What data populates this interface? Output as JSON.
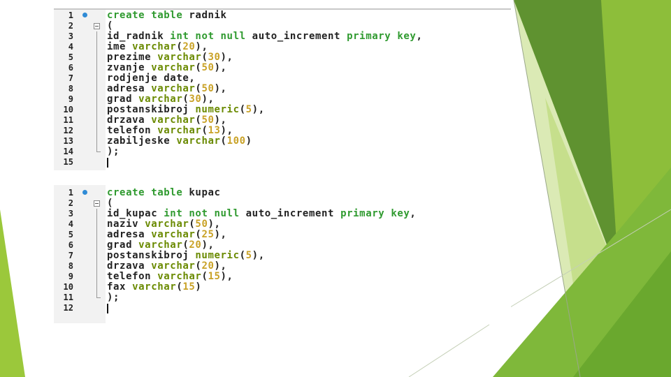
{
  "colors": {
    "keyword": "#2f9a2f",
    "identifier": "#222222",
    "type": "#6a8a00",
    "number": "#c9a227",
    "fold_marker": "#2f8bd6",
    "gutter": "#f2f2f2",
    "accent_green_light": "#9bc83b",
    "accent_green_dark": "#5f9230"
  },
  "editors": [
    {
      "name": "editor-radnik",
      "lines": [
        {
          "n": "1",
          "fold": "start",
          "tokens": [
            [
              "kw",
              "create table"
            ],
            [
              "id",
              " radnik"
            ]
          ]
        },
        {
          "n": "2",
          "fold": "box",
          "tokens": [
            [
              "p",
              "("
            ]
          ]
        },
        {
          "n": "3",
          "fold": "line",
          "tokens": [
            [
              "id",
              "id_radnik "
            ],
            [
              "kw",
              "int not null"
            ],
            [
              "id",
              " auto_increment "
            ],
            [
              "kw",
              "primary key"
            ],
            [
              "p",
              ","
            ]
          ]
        },
        {
          "n": "4",
          "fold": "line",
          "tokens": [
            [
              "id",
              "ime "
            ],
            [
              "type",
              "varchar"
            ],
            [
              "p",
              "("
            ],
            [
              "num",
              "20"
            ],
            [
              "p",
              "),"
            ]
          ]
        },
        {
          "n": "5",
          "fold": "line",
          "tokens": [
            [
              "id",
              "prezime "
            ],
            [
              "type",
              "varchar"
            ],
            [
              "p",
              "("
            ],
            [
              "num",
              "30"
            ],
            [
              "p",
              "),"
            ]
          ]
        },
        {
          "n": "6",
          "fold": "line",
          "tokens": [
            [
              "id",
              "zvanje "
            ],
            [
              "type",
              "varchar"
            ],
            [
              "p",
              "("
            ],
            [
              "num",
              "50"
            ],
            [
              "p",
              "),"
            ]
          ]
        },
        {
          "n": "7",
          "fold": "line",
          "tokens": [
            [
              "id",
              "rodjenje date,"
            ]
          ]
        },
        {
          "n": "8",
          "fold": "line",
          "tokens": [
            [
              "id",
              "adresa "
            ],
            [
              "type",
              "varchar"
            ],
            [
              "p",
              "("
            ],
            [
              "num",
              "50"
            ],
            [
              "p",
              "),"
            ]
          ]
        },
        {
          "n": "9",
          "fold": "line",
          "tokens": [
            [
              "id",
              "grad "
            ],
            [
              "type",
              "varchar"
            ],
            [
              "p",
              "("
            ],
            [
              "num",
              "30"
            ],
            [
              "p",
              "),"
            ]
          ]
        },
        {
          "n": "10",
          "fold": "line",
          "tokens": [
            [
              "id",
              "postanskibroj "
            ],
            [
              "type",
              "numeric"
            ],
            [
              "p",
              "("
            ],
            [
              "num",
              "5"
            ],
            [
              "p",
              "),"
            ]
          ]
        },
        {
          "n": "11",
          "fold": "line",
          "tokens": [
            [
              "id",
              "drzava "
            ],
            [
              "type",
              "varchar"
            ],
            [
              "p",
              "("
            ],
            [
              "num",
              "50"
            ],
            [
              "p",
              "),"
            ]
          ]
        },
        {
          "n": "12",
          "fold": "line",
          "tokens": [
            [
              "id",
              "telefon "
            ],
            [
              "type",
              "varchar"
            ],
            [
              "p",
              "("
            ],
            [
              "num",
              "13"
            ],
            [
              "p",
              "),"
            ]
          ]
        },
        {
          "n": "13",
          "fold": "line",
          "tokens": [
            [
              "id",
              "zabiljeske "
            ],
            [
              "type",
              "varchar"
            ],
            [
              "p",
              "("
            ],
            [
              "num",
              "100"
            ],
            [
              "p",
              ")"
            ]
          ]
        },
        {
          "n": "14",
          "fold": "end",
          "tokens": [
            [
              "p",
              ");"
            ]
          ]
        },
        {
          "n": "15",
          "fold": "none",
          "tokens": [],
          "caret": true
        }
      ]
    },
    {
      "name": "editor-kupac",
      "lines": [
        {
          "n": "1",
          "fold": "start",
          "tokens": [
            [
              "kw",
              "create table"
            ],
            [
              "id",
              " kupac"
            ]
          ]
        },
        {
          "n": "2",
          "fold": "box",
          "tokens": [
            [
              "p",
              "("
            ]
          ]
        },
        {
          "n": "3",
          "fold": "line",
          "tokens": [
            [
              "id",
              "id_kupac "
            ],
            [
              "kw",
              "int not null"
            ],
            [
              "id",
              " auto_increment "
            ],
            [
              "kw",
              "primary key"
            ],
            [
              "p",
              ","
            ]
          ]
        },
        {
          "n": "4",
          "fold": "line",
          "tokens": [
            [
              "id",
              "naziv "
            ],
            [
              "type",
              "varchar"
            ],
            [
              "p",
              "("
            ],
            [
              "num",
              "50"
            ],
            [
              "p",
              "),"
            ]
          ]
        },
        {
          "n": "5",
          "fold": "line",
          "tokens": [
            [
              "id",
              "adresa "
            ],
            [
              "type",
              "varchar"
            ],
            [
              "p",
              "("
            ],
            [
              "num",
              "25"
            ],
            [
              "p",
              "),"
            ]
          ]
        },
        {
          "n": "6",
          "fold": "line",
          "tokens": [
            [
              "id",
              "grad "
            ],
            [
              "type",
              "varchar"
            ],
            [
              "p",
              "("
            ],
            [
              "num",
              "20"
            ],
            [
              "p",
              "),"
            ]
          ]
        },
        {
          "n": "7",
          "fold": "line",
          "tokens": [
            [
              "id",
              "postanskibroj "
            ],
            [
              "type",
              "numeric"
            ],
            [
              "p",
              "("
            ],
            [
              "num",
              "5"
            ],
            [
              "p",
              "),"
            ]
          ]
        },
        {
          "n": "8",
          "fold": "line",
          "tokens": [
            [
              "id",
              "drzava "
            ],
            [
              "type",
              "varchar"
            ],
            [
              "p",
              "("
            ],
            [
              "num",
              "20"
            ],
            [
              "p",
              "),"
            ]
          ]
        },
        {
          "n": "9",
          "fold": "line",
          "tokens": [
            [
              "id",
              "telefon "
            ],
            [
              "type",
              "varchar"
            ],
            [
              "p",
              "("
            ],
            [
              "num",
              "15"
            ],
            [
              "p",
              "),"
            ]
          ]
        },
        {
          "n": "10",
          "fold": "line",
          "tokens": [
            [
              "id",
              "fax "
            ],
            [
              "type",
              "varchar"
            ],
            [
              "p",
              "("
            ],
            [
              "num",
              "15"
            ],
            [
              "p",
              ")"
            ]
          ]
        },
        {
          "n": "11",
          "fold": "end",
          "tokens": [
            [
              "p",
              ");"
            ]
          ]
        },
        {
          "n": "12",
          "fold": "none",
          "tokens": [],
          "caret": true
        }
      ]
    }
  ]
}
